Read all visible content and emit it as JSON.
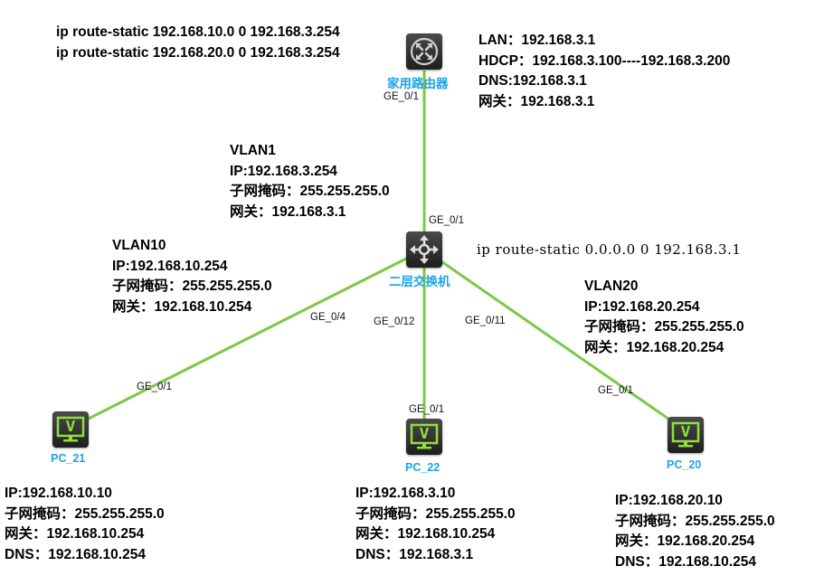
{
  "link_color": "#7ac943",
  "label_color": "#1ea2e6",
  "devices": {
    "router": {
      "name": "家用路由器",
      "icon": "router-icon"
    },
    "switch": {
      "name": "二层交换机",
      "icon": "switch-icon"
    },
    "pc21": {
      "name": "PC_21",
      "icon": "pc-icon"
    },
    "pc22": {
      "name": "PC_22",
      "icon": "pc-icon"
    },
    "pc20": {
      "name": "PC_20",
      "icon": "pc-icon"
    }
  },
  "router_routes": [
    "ip route-static 192.168.10.0 0 192.168.3.254",
    "ip route-static 192.168.20.0 0 192.168.3.254"
  ],
  "router_config": [
    "LAN：192.168.3.1",
    "HDCP：192.168.3.100----192.168.3.200",
    "DNS:192.168.3.1",
    "网关：192.168.3.1"
  ],
  "switch_route": "ip route-static 0.0.0.0 0 192.168.3.1",
  "vlan1": [
    "VLAN1",
    "IP:192.168.3.254",
    "子网掩码：255.255.255.0",
    "网关：192.168.3.1"
  ],
  "vlan10": [
    "VLAN10",
    "IP:192.168.10.254",
    "子网掩码：255.255.255.0",
    "网关：192.168.10.254"
  ],
  "vlan20": [
    "VLAN20",
    "IP:192.168.20.254",
    "子网掩码：255.255.255.0",
    "网关：192.168.20.254"
  ],
  "pc21_config": [
    "IP:192.168.10.10",
    "子网掩码：255.255.255.0",
    "网关：192.168.10.254",
    "DNS：192.168.10.254"
  ],
  "pc22_config": [
    "IP:192.168.3.10",
    "子网掩码：255.255.255.0",
    "网关：192.168.10.254",
    "DNS：192.168.3.1"
  ],
  "pc20_config": [
    "IP:192.168.20.10",
    "子网掩码：255.255.255.0",
    "网关：192.168.20.254",
    "DNS：192.168.10.254"
  ],
  "ports": {
    "router_ge": "GE_0/1",
    "switch_up": "GE_0/1",
    "switch_pc21": "GE_0/4",
    "switch_pc22": "GE_0/12",
    "switch_pc20": "GE_0/11",
    "pc21_ge": "GE_0/1",
    "pc22_ge": "GE_0/1",
    "pc20_ge": "GE_0/1"
  }
}
